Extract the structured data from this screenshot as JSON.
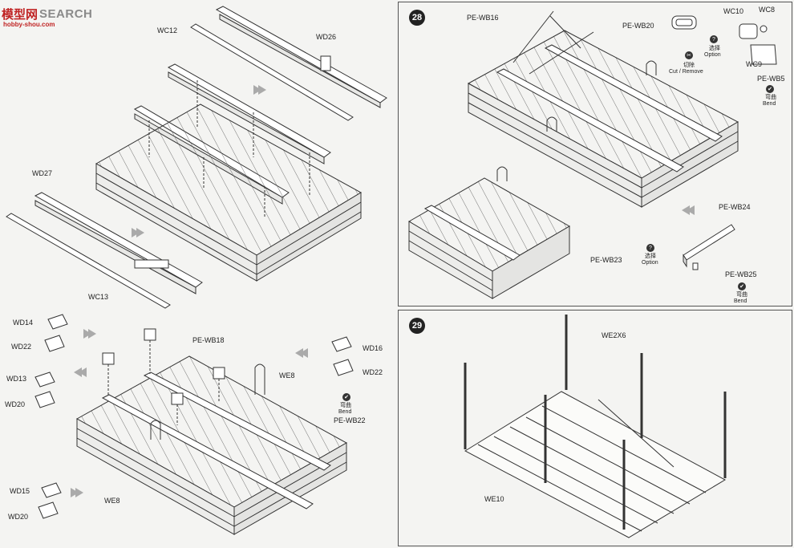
{
  "watermark": {
    "brand": "模型网",
    "text": "SEARCH",
    "site": "hobby-shou.com"
  },
  "steps": {
    "step28": {
      "number": "28"
    },
    "step29": {
      "number": "29"
    }
  },
  "step27_labels": {
    "wc12": "WC12",
    "wd26": "WD26",
    "wd27": "WD27",
    "wc13": "WC13",
    "wd14": "WD14",
    "wd22a": "WD22",
    "wd13": "WD13",
    "wd20a": "WD20",
    "wd15": "WD15",
    "wd20b": "WD20",
    "pe_wb18": "PE-WB18",
    "we8a": "WE8",
    "we8b": "WE8",
    "wd16": "WD16",
    "wd22b": "WD22",
    "pe_wb22": "PE-WB22",
    "bend_cn": "弯曲",
    "bend_en": "Bend"
  },
  "step28_labels": {
    "pe_wb16": "PE-WB16",
    "pe_wb20": "PE-WB20",
    "wc10": "WC10",
    "wc8": "WC8",
    "wc9": "WC9",
    "pe_wb5": "PE-WB5",
    "option_cn": "选择",
    "option_en": "Option",
    "cut_cn": "切除",
    "cut_en": "Cut / Remove",
    "bend_cn": "弯曲",
    "bend_en": "Bend",
    "pe_wb24": "PE-WB24",
    "pe_wb23": "PE-WB23",
    "option2_cn": "选择",
    "option2_en": "Option",
    "pe_wb25": "PE-WB25",
    "bend2_cn": "弯曲",
    "bend2_en": "Bend"
  },
  "step29_labels": {
    "we2x6": "WE2X6",
    "we10": "WE10"
  },
  "icons": {
    "arrow": "triple-chevron-arrow-icon",
    "option": "question-icon",
    "bend": "check-icon",
    "cut": "cut-icon"
  },
  "colors": {
    "line": "#333333",
    "paper": "#f4f4f2",
    "brand": "#c02424"
  }
}
